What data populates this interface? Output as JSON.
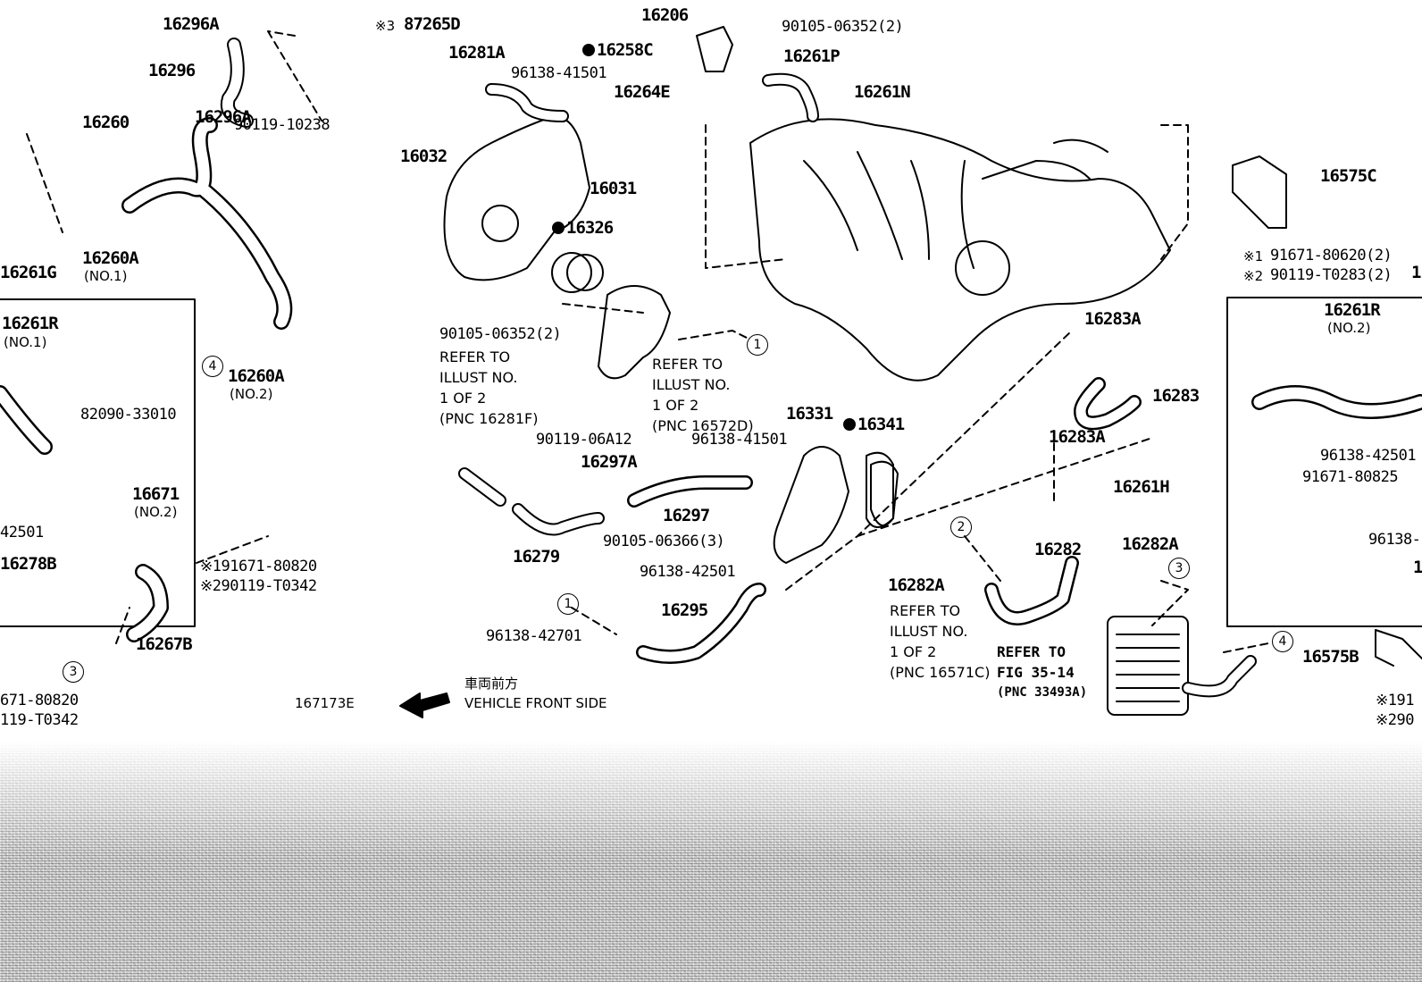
{
  "parts": {
    "p16296A": "16296A",
    "p16296": "16296",
    "p16260_top": "16260",
    "p16296A_b": "16296A",
    "p90119_10238": "90119-10238",
    "p16260A_no1": "16260A",
    "no1": "(NO.1)",
    "p16261G": "16261G",
    "p16261R_left": "16261R",
    "no1_b": "(NO.1)",
    "p82090_33010": "82090-33010",
    "p16671": "16671",
    "no2": "(NO.2)",
    "p42501_left": "42501",
    "p16278B": "16278B",
    "p16260A_no2": "16260A",
    "no2_b": "(NO.2)",
    "note_91671_80820": "※191671-80820",
    "note_90119_T0342": "※290119-T0342",
    "p16267B": "16267B",
    "p671_80820": "671-80820",
    "p119_T0342": "119-T0342",
    "p87265D": "87265D",
    "note3": "※3",
    "p16281A": "16281A",
    "p96138_41501_top": "96138-41501",
    "p16206": "16206",
    "p16258C": "16258C",
    "p90105_06352_2_top": "90105-06352(2)",
    "p16261P": "16261P",
    "p16264E": "16264E",
    "p16261N": "16261N",
    "p16032": "16032",
    "p16031": "16031",
    "p16326": "16326",
    "p90105_06352_2_mid": "90105-06352(2)",
    "p90119_06A12": "90119-06A12",
    "p16297A": "16297A",
    "p16297": "16297",
    "p16279": "16279",
    "p90105_06366_3": "90105-06366(3)",
    "p96138_42501_mid": "96138-42501",
    "p16295": "16295",
    "p96138_42701": "96138-42701",
    "p16331": "16331",
    "p16341": "16341",
    "p96138_41501_mid": "96138-41501",
    "p16283A_top": "16283A",
    "p16283": "16283",
    "p16283A_b": "16283A",
    "p16261H": "16261H",
    "p16282": "16282",
    "p16282A_r": "16282A",
    "p16282A_l": "16282A",
    "p16575C": "16575C",
    "note1_91671_80620": "91671-80620(2)",
    "note2_90119_T0283": "90119-T0283(2)",
    "mark1": "※1",
    "mark2": "※2",
    "p1_cut": "1",
    "p16261R_right": "16261R",
    "no2_right": "(NO.2)",
    "p96138_42501_right": "96138-42501",
    "p91671_80825": "91671-80825",
    "p96138_cut": "96138-",
    "p1_cut_b": "1",
    "p16575B": "16575B",
    "mark_191": "※191",
    "mark_290": "※290",
    "p167173E": "167173E"
  },
  "refs": {
    "ref_16281F": [
      "REFER TO",
      "ILLUST NO.",
      "1 OF 2",
      "(PNC 16281F)"
    ],
    "ref_16572D": [
      "REFER TO",
      "ILLUST NO.",
      "1 OF 2",
      "(PNC 16572D)"
    ],
    "ref_16571C": [
      "REFER TO",
      "ILLUST NO.",
      "1 OF 2",
      "(PNC 16571C)"
    ],
    "ref_fig35": [
      "REFER TO",
      "FIG 35-14",
      "(PNC 33493A)"
    ]
  },
  "callouts": {
    "c1a": "1",
    "c1b": "1",
    "c2": "2",
    "c3a": "3",
    "c3b": "3",
    "c4a": "4",
    "c4b": "4"
  },
  "direction": {
    "jp": "車両前方",
    "en": "VEHICLE FRONT SIDE"
  },
  "colors": {
    "ink": "#000000",
    "paper": "#ffffff",
    "noise": "#cfcfcf"
  }
}
